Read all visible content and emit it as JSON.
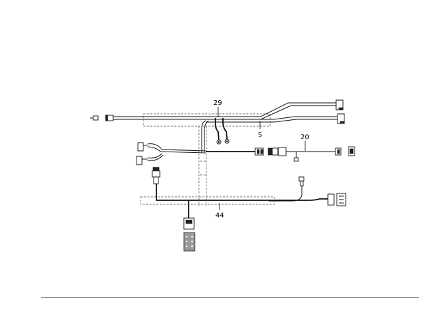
{
  "callouts": {
    "label_29": "29",
    "label_5": "5",
    "label_20": "20",
    "label_44": "44"
  },
  "colors": {
    "line": "#111111",
    "rule": "#777777",
    "background": "#ffffff"
  }
}
